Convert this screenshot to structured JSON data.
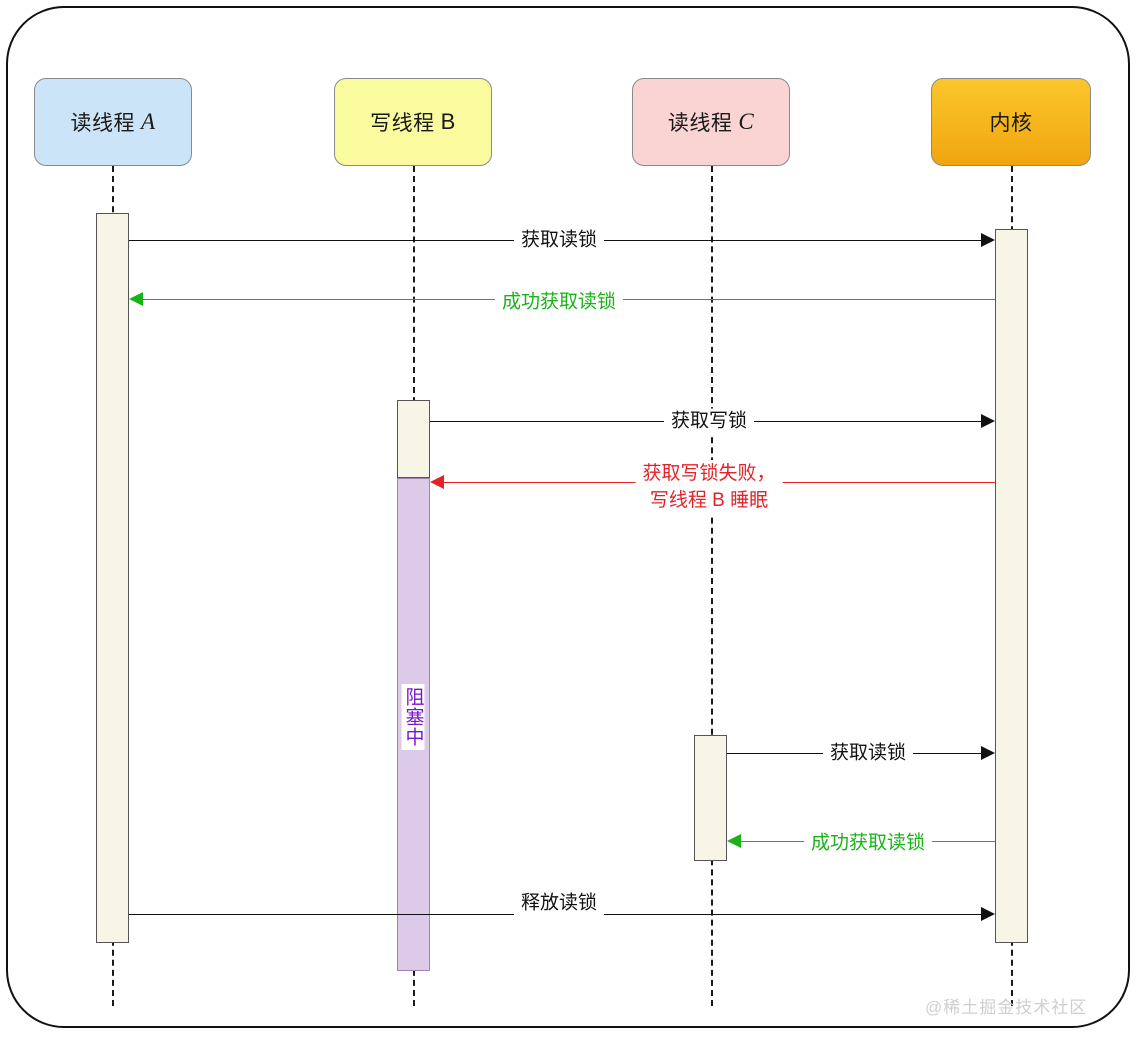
{
  "diagram": {
    "type": "sequence-diagram",
    "title": "",
    "watermark": "@稀土掘金技术社区",
    "colors": {
      "frame_border": "#111111",
      "participant_a_fill": "#cce4f7",
      "participant_b_fill": "#fafa9e",
      "participant_c_fill": "#fad3d3",
      "participant_kernel_fill": "#f6b91f",
      "activation_fill": "#f6f5e6",
      "blocked_fill": "#ddc9e8",
      "message_default": "#111111",
      "message_success": "#19b319",
      "message_failure": "#e2242a",
      "blocked_text": "#7a18c9"
    },
    "participants": [
      {
        "id": "a",
        "label_cjk": "读线程",
        "label_latin": "A",
        "latin_italic": true,
        "fill": "#cce4f7"
      },
      {
        "id": "b",
        "label_cjk": "写线程",
        "label_latin": "B",
        "latin_italic": false,
        "fill": "#fafa9e"
      },
      {
        "id": "c",
        "label_cjk": "读线程",
        "label_latin": "C",
        "latin_italic": true,
        "fill": "#fad3d3"
      },
      {
        "id": "kernel",
        "label_cjk": "内核",
        "label_latin": "",
        "latin_italic": false,
        "fill": "#f6b91f"
      }
    ],
    "messages": [
      {
        "id": "m1",
        "text": "获取读锁",
        "from": "a",
        "to": "kernel",
        "direction": "right",
        "color": "#111111"
      },
      {
        "id": "m2",
        "text": "成功获取读锁",
        "from": "kernel",
        "to": "a",
        "direction": "left",
        "color": "#19b319"
      },
      {
        "id": "m3",
        "text": "获取写锁",
        "from": "b",
        "to": "kernel",
        "direction": "right",
        "color": "#111111"
      },
      {
        "id": "m4",
        "text_line1": "获取写锁失败，",
        "text_line2": "写线程 B 睡眠",
        "from": "kernel",
        "to": "b",
        "direction": "left",
        "color": "#e2242a"
      },
      {
        "id": "m5",
        "text": "获取读锁",
        "from": "c",
        "to": "kernel",
        "direction": "right",
        "color": "#111111"
      },
      {
        "id": "m6",
        "text": "成功获取读锁",
        "from": "kernel",
        "to": "c",
        "direction": "left",
        "color": "#19b319"
      },
      {
        "id": "m7",
        "text": "释放读锁",
        "from": "a",
        "to": "kernel",
        "direction": "right",
        "color": "#111111"
      }
    ],
    "activations": [
      {
        "id": "act-a",
        "participant": "a",
        "state": "active",
        "label": ""
      },
      {
        "id": "act-b",
        "participant": "b",
        "state": "active",
        "label": ""
      },
      {
        "id": "act-b-block",
        "participant": "b",
        "state": "blocked",
        "label": "阻塞中"
      },
      {
        "id": "act-c",
        "participant": "c",
        "state": "active",
        "label": ""
      },
      {
        "id": "act-kernel",
        "participant": "kernel",
        "state": "active",
        "label": ""
      }
    ]
  }
}
